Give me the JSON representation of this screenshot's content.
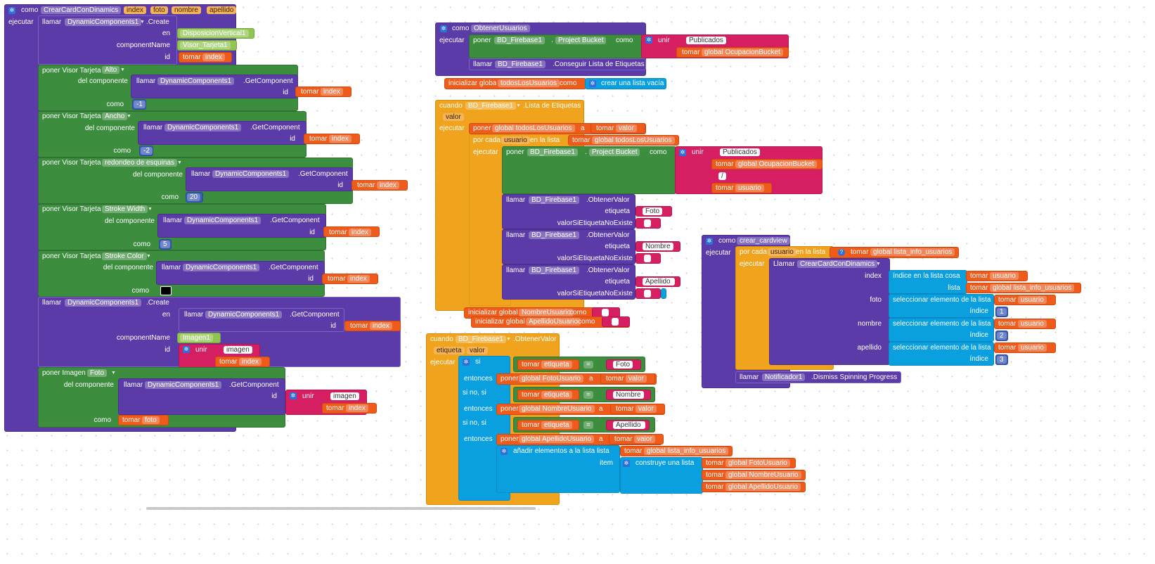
{
  "ui": {
    "como": "como",
    "ejecutar": "ejecutar",
    "llamar": "llamar",
    "Llamar": "Llamar",
    "create": ".Create",
    "getComponent": ".GetComponent",
    "en": "en",
    "componentName": "componentName",
    "id": "id",
    "tomar": "tomar",
    "delComponente": "del componente",
    "poner": "poner",
    "unir": "unir",
    "cuando": "cuando",
    "valor": "valor",
    "a": "a",
    "porCada": "por cada",
    "enLaLista": "en la lista",
    "inicializarGlobal": "inicializar global",
    "crearListaVacia": "crear una lista vacía",
    "conseguirLista": ".Conseguir Lista de Etiquetas",
    "listaDeEtiquetas": ".Lista de Etiquetas",
    "obtenerValor": ".ObtenerValor",
    "etiqueta": "etiqueta",
    "valorSiNoExiste": "valorSiEtiquetaNoExiste",
    "si": "si",
    "entonces": "entonces",
    "siNoSi": "si no, si",
    "eq": "=",
    "slash": "/",
    "empty": "",
    "anadir": "añadir elementos a la lista lista",
    "item": "item",
    "construye": "construye una lista",
    "index": "index",
    "foto": "foto",
    "nombre": "nombre",
    "apellido": "apellido",
    "indiceEnLista": "índice en la lista  cosa",
    "lista": "lista",
    "seleccionar": "seleccionar elemento de la lista",
    "indice": "índice",
    "dismiss": ".Dismiss Spinning Progress",
    "dot": "."
  },
  "names": {
    "crearCard": "CrearCardConDinamics",
    "dynComp": "DynamicComponents1",
    "dispVert": "DisposicionVertical1",
    "visorTarjeta1": "Visor_Tarjeta1",
    "visorTarjeta": "Visor Tarjeta",
    "imagen1": "Imagen1",
    "imagenSet": "Imagen",
    "obtenerUsuarios": "ObtenerUsuarios",
    "bdFirebase": "BD_Firebase1",
    "projectBucket": "Project Bucket",
    "publicados": "Publicados",
    "ocupacionBucket": "global OcupacionBucket",
    "todosLosUsuarios": "todosLosUsuarios",
    "globalTodos": "global todosLosUsuarios",
    "usuario": "usuario",
    "valor": "valor",
    "etiqueta": "etiqueta",
    "nombreUsuario": "NombreUsuario",
    "apellidoUsuario": "ApellidoUsuario",
    "crearCardview": "crear_cardview",
    "listaInfo": "global lista_info_usuarios",
    "notificador": "Notificador1",
    "fotoUsuario": "global FotoUsuario",
    "globalNombre": "global NombreUsuario",
    "globalApellido": "global ApellidoUsuario",
    "imagenStr": "imagen",
    "fotoStr": "Foto",
    "nombreStr": "Nombre",
    "apellidoStr": "Apellido"
  },
  "props": {
    "alto": "Alto",
    "ancho": "Ancho",
    "redondeo": "redondeo de esquinas",
    "strokeWidth": "Stroke Width",
    "strokeColor": "Stroke Color",
    "foto": "Foto"
  },
  "values": {
    "alto": "-1",
    "ancho": "-2",
    "redondeo": "20",
    "strokeWidth": "5",
    "i1": "1",
    "i2": "2",
    "i3": "3"
  },
  "colors": {
    "procedure": "#5b3ba7",
    "setter": "#3d8d3f",
    "event": "#f0a31d",
    "list": "#0aa0e0",
    "text": "#d61f63",
    "variable": "#ee5b1b",
    "component": "#90c553",
    "number": "#3a5bb5",
    "strokeColor": "#000000"
  }
}
